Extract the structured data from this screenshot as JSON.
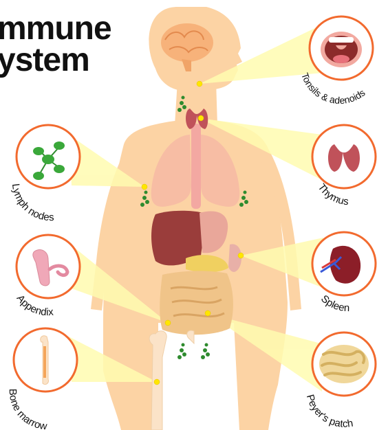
{
  "title": {
    "line1": "mmune",
    "line2": "ystem"
  },
  "labels": {
    "tonsils": "Tonsils & adenoids",
    "lymph": "Lymph nodes",
    "thymus": "Thymus",
    "appendix": "Appendix",
    "spleen": "Spleen",
    "bone_marrow": "Bone marrow",
    "peyers": "Peyer's patch"
  },
  "colors": {
    "skin": "#fcd3a4",
    "ring": "#f26a2e",
    "highlight": "#fffbb0",
    "marker": "#ffe600",
    "lymph": "#2e8b2e"
  }
}
